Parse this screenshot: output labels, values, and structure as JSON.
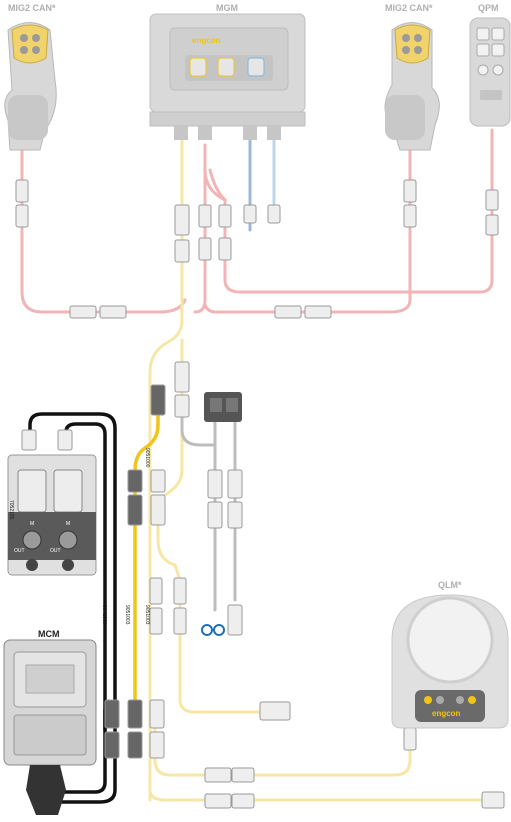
{
  "components": {
    "mig2_left": "MIG2 CAN*",
    "mgm": "MGM",
    "mig2_right": "MIG2 CAN*",
    "qpm": "QPM",
    "mcm": "MCM",
    "qlm": "QLM*"
  },
  "brand": "engcon",
  "cable_codes": {
    "c1": "7052185",
    "c2": "9051000",
    "c3": "9051003",
    "c4": "9041000",
    "c5": "9051003"
  },
  "valve_labels": {
    "m": "M",
    "out": "OUT"
  },
  "colors": {
    "can_red": "#f2b4b4",
    "power_yellow": "#f7e7a6",
    "active_yellow": "#f0c419",
    "black_cable": "#111111",
    "blue_cable": "#9bb8d9",
    "grey_cable": "#bdbdbd",
    "device_grey": "#d9d9d9"
  }
}
